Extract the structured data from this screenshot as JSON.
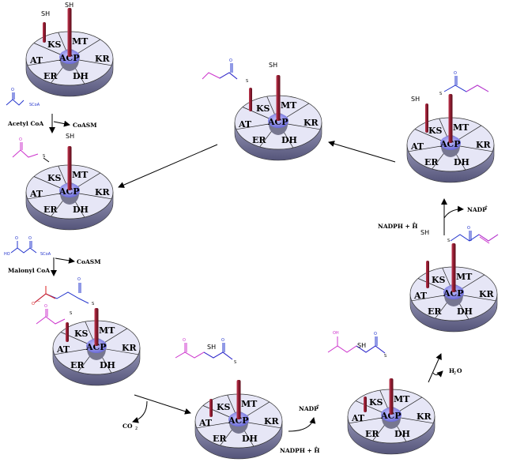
{
  "domains": {
    "ks": "KS",
    "mt": "MT",
    "acp": "ACP",
    "kr": "KR",
    "dh": "DH",
    "er": "ER",
    "at": "AT"
  },
  "thiol": "SH",
  "sulfur": "S",
  "oxygen": "O",
  "hydroxyl": "OH",
  "coa_group": "SCoA",
  "carboxyl": "HO",
  "reagents": {
    "acetyl_coa": "Acetyl CoA",
    "malonyl_coa": "Malonyl CoA",
    "coasm_1": "CoASM",
    "coasm_2": "CoASM",
    "co2": "CO",
    "co2_sub": "2",
    "nadp_1": "NADP",
    "nadph_1": "NADPH + H",
    "nadp_2": "NADP",
    "nadph_2": "NADPH + H",
    "h2o": "H",
    "h2o_sub": "2",
    "h2o_o": "O",
    "plus": "+",
    "minus": "−"
  },
  "colors": {
    "disk_top": "#e6e6f6",
    "disk_side": "#8a8aa8",
    "disk_bottom": "#4c4c6c",
    "arm": "#8b1a2e",
    "acp": "#7777dd",
    "acetyl": "#cc33cc",
    "malonyl": "#2233cc",
    "malonyl_carboxyl": "#dd2222"
  }
}
